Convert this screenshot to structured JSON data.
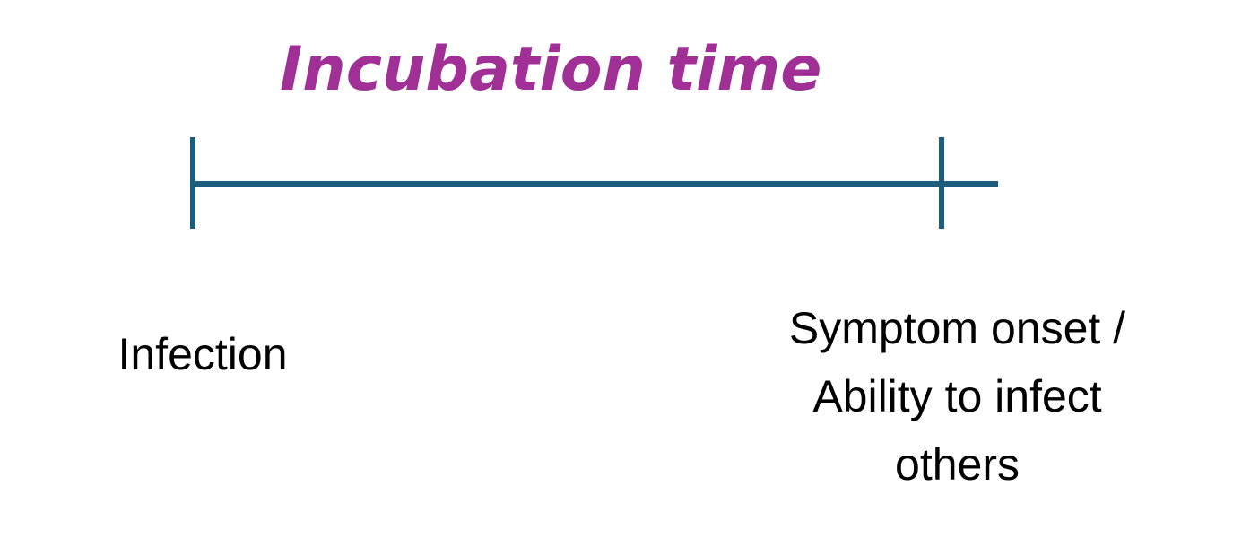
{
  "title": "Incubation time",
  "colors": {
    "title": "#a02f96",
    "timeline": "#1c5d7d",
    "text": "#000000"
  },
  "labels": {
    "start": "Infection",
    "end_lines": [
      "Symptom onset /",
      "Ability to infect",
      "others"
    ]
  }
}
